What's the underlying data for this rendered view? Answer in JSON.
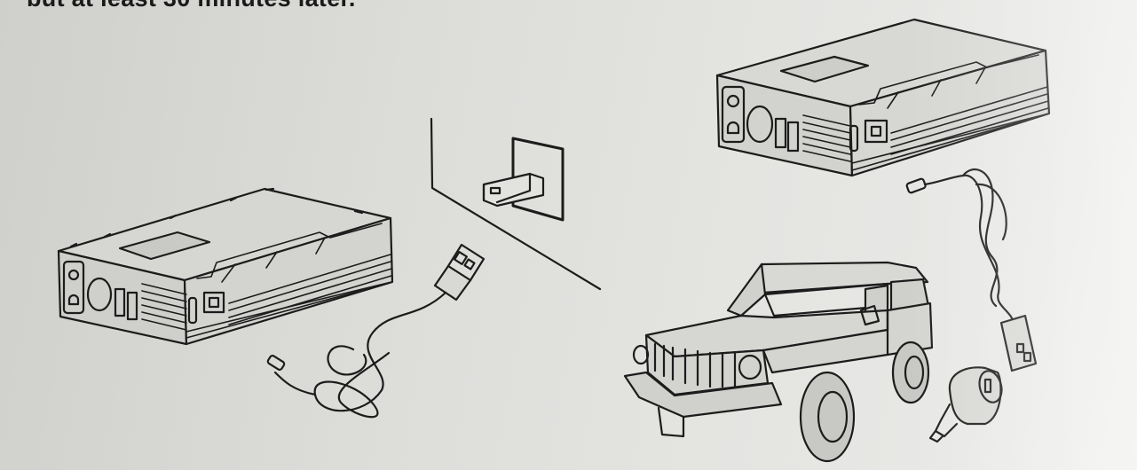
{
  "header": {
    "caption_fragment": "but at least 30 minutes later."
  },
  "colors": {
    "background": "#dcdcd9",
    "line": "#1c1c1c"
  },
  "illustrations": [
    "jump-starter-with-usb-cable",
    "wall-outlet-with-usb-adapter",
    "jump-starter-with-cable",
    "suv-vehicle",
    "car-charger-adapter"
  ]
}
